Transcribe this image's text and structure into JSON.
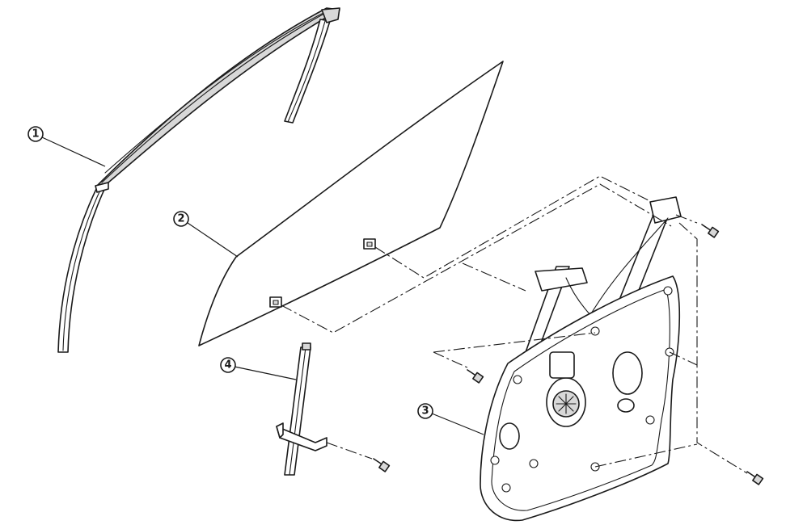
{
  "callouts": [
    {
      "id": "1",
      "label": "1"
    },
    {
      "id": "2",
      "label": "2"
    },
    {
      "id": "3",
      "label": "3"
    },
    {
      "id": "4",
      "label": "4"
    }
  ],
  "icons": {
    "bolt": "bolt-icon",
    "clip": "glass-clip-icon"
  }
}
